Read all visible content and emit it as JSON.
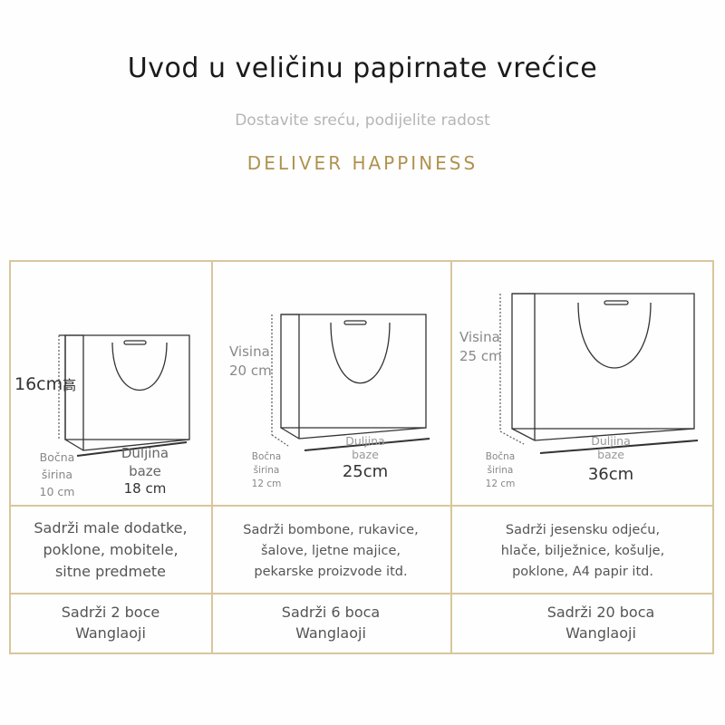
{
  "header": {
    "title": "Uvod u veličinu papirnate vrećice",
    "subtitle": "Dostavite sreću, podijelite radost",
    "slogan": "DELIVER HAPPINESS"
  },
  "colors": {
    "border": "#d8c69c",
    "accent": "#b0924f",
    "line": "#333333"
  },
  "columns": [
    {
      "height_label": "16cm",
      "height_glyph": "高",
      "side_label": "Bočna\nširina\n10 cm",
      "length_label": "Duljina\nbaze",
      "length_value": "18 cm",
      "description": "Sadrži male dodatke,\npoklone, mobitele,\nsitne predmete",
      "capacity": "Sadrži 2 boce\nWanglaoji"
    },
    {
      "height_label": "Visina\n20 cm",
      "side_label": "Bočna\nširina\n12 cm",
      "length_label": "Duljina\nbaze",
      "length_value": "25cm",
      "description": "Sadrži bombone, rukavice,\nšalove, ljetne majice,\npekarske proizvode itd.",
      "capacity": "Sadrži 6 boca\nWanglaoji"
    },
    {
      "height_label": "Visina\n25 cm",
      "side_label": "Bočna\nširina\n12 cm",
      "length_label": "Duljina\nbaze",
      "length_value": "36cm",
      "description": "Sadrži jesensku odjeću,\nhlače, bilježnice, košulje,\npoklone, A4 papir itd.",
      "capacity": "Sadrži 20 boca\nWanglaoji"
    }
  ]
}
